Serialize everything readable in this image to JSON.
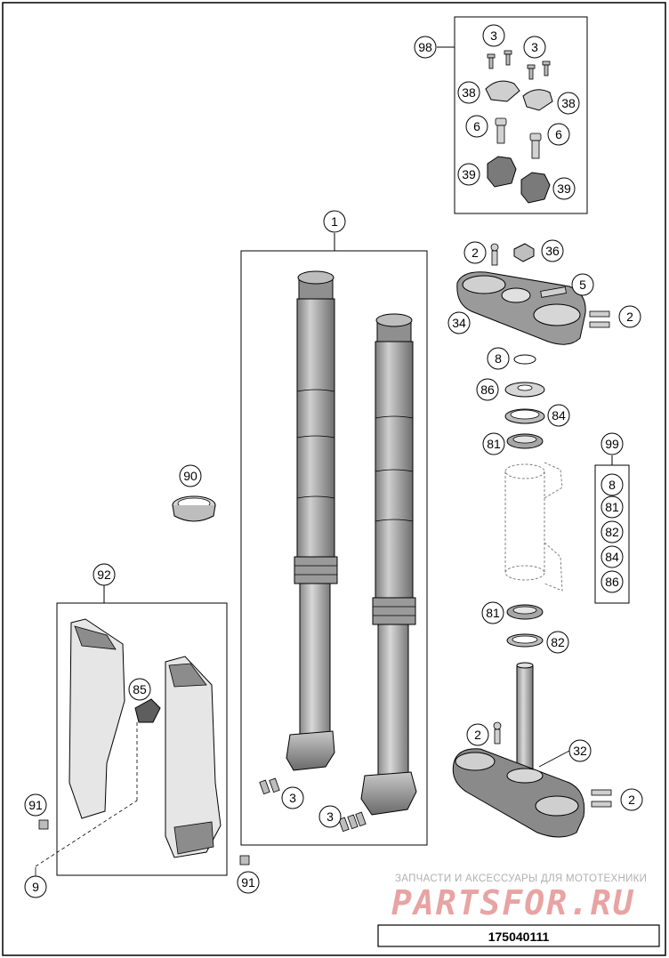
{
  "diagram_code": "175040111",
  "watermark": {
    "caption": "ЗАПЧАСТИ И АКСЕССУАРЫ ДЛЯ МОТОТЕХНИКИ",
    "brand": "PARTSFOR.RU"
  },
  "callouts": {
    "c98": "98",
    "c3a": "3",
    "c3b": "3",
    "c38a": "38",
    "c38b": "38",
    "c6a": "6",
    "c6b": "6",
    "c39a": "39",
    "c39b": "39",
    "c1": "1",
    "c2a": "2",
    "c36": "36",
    "c5": "5",
    "c2b": "2",
    "c34": "34",
    "c8": "8",
    "c86": "86",
    "c84": "84",
    "c81a": "81",
    "c99": "99",
    "k8": "8",
    "k81": "81",
    "k82": "82",
    "k84": "84",
    "k86": "86",
    "c90": "90",
    "c92": "92",
    "c85": "85",
    "c81b": "81",
    "c82": "82",
    "c2c": "2",
    "c32": "32",
    "c2d": "2",
    "c3c": "3",
    "c3d": "3",
    "c91a": "91",
    "c9": "9",
    "c91b": "91"
  }
}
